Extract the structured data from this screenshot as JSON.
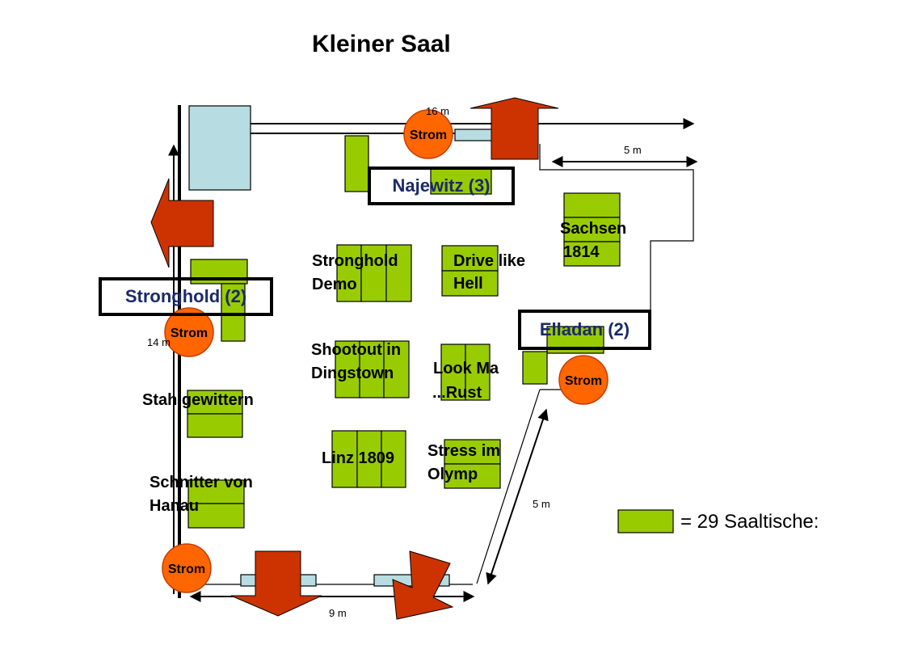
{
  "title": "Kleiner Saal",
  "power_label": "Strom",
  "dimensions": {
    "top": "16 m",
    "right_top": "5 m",
    "left": "14 m",
    "diagonal": "5 m",
    "bottom": "9 m"
  },
  "framed_groups": {
    "najewitz": "Najewitz (3)",
    "stronghold": "Stronghold (2)",
    "elladan": "Elladan (2)"
  },
  "tables": {
    "sachsen_1": "Sachsen",
    "sachsen_2": "1814",
    "stronghold_demo_1": "Stronghold",
    "stronghold_demo_2": "Demo",
    "drive_1": "Drive like",
    "drive_2": "Hell",
    "shootout_1": "Shootout in",
    "shootout_2": "Dingstown",
    "lookma_1": "Look Ma",
    "lookma_2": "...Rust",
    "stahlgewittern": "Stahlgewittern",
    "linz": "Linz 1809",
    "stress_1": "Stress im",
    "stress_2": "Olymp",
    "schnitter_1": "Schnitter von",
    "schnitter_2": "Hanau"
  },
  "legend": {
    "text": "= 29 Saaltische:"
  },
  "colors": {
    "table_green": "#99cc00",
    "outlet_orange": "#ff6600",
    "arrow_red": "#cc3300",
    "light_blue": "#b7dde2",
    "frame_black": "#000000",
    "framed_text": "#1a2a6a"
  }
}
